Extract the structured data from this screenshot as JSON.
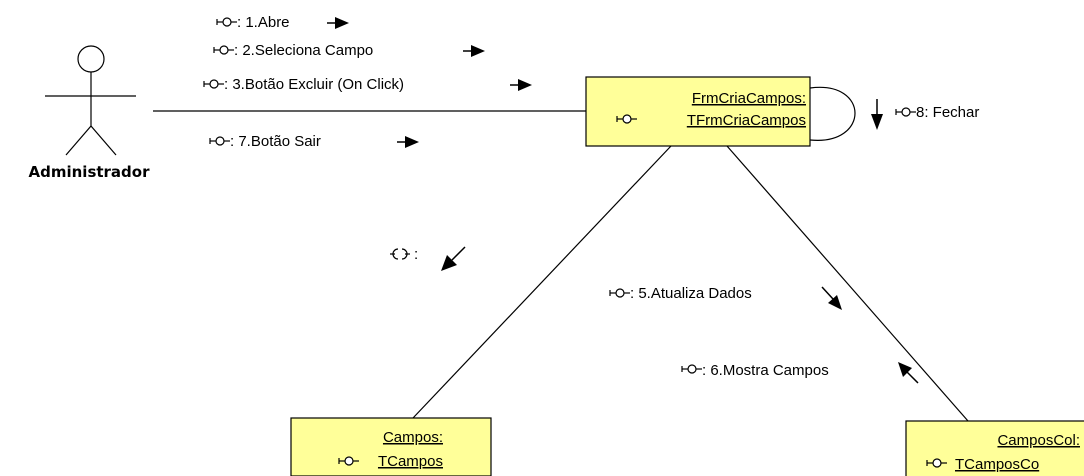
{
  "colors": {
    "object_fill": "#ffff99",
    "line": "#000000",
    "background": "#ffffff"
  },
  "actor": {
    "label": "Administrador"
  },
  "objects": {
    "frm": {
      "name": "FrmCriaCampos:",
      "class": "TFrmCriaCampos"
    },
    "campos": {
      "name": "Campos:",
      "class": "TCampos"
    },
    "camposcol": {
      "name": "CamposCol:",
      "class": "TCamposCo"
    }
  },
  "messages": {
    "m1": ": 1.Abre",
    "m2": ": 2.Seleciona Campo",
    "m3": ": 3.Botão Excluir (On Click)",
    "m7": ": 7.Botão Sair",
    "m8": "8: Fechar",
    "m_blank": ":",
    "m5": ": 5.Atualiza Dados",
    "m6": ": 6.Mostra Campos"
  },
  "icons": {
    "message": "message-connector-icon",
    "arrow": "arrow-icon"
  }
}
